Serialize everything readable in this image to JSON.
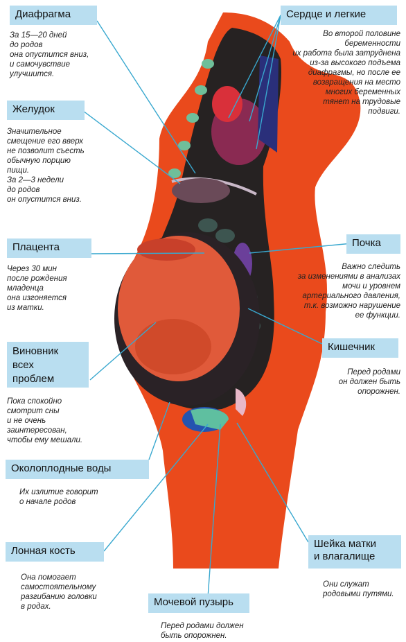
{
  "labels": {
    "diafragma": "Диафрагма",
    "serdce": "Сердце и легкие",
    "zheludok": "Желудок",
    "placenta": "Плацента",
    "pochka": "Почка",
    "vinovnik": "Виновник\nвсех\nпроблем",
    "kishechnik": "Кишечник",
    "okoloplodnye": "Околоплодные воды",
    "lonnaya": "Лонная кость",
    "sheyka": "Шейка матки\nи влагалище",
    "mochevoy": "Мочевой пузырь"
  },
  "notes": {
    "diafragma": "За 15—20 дней\nдо родов\nона опустится вниз,\nи самочувствие\nулучшится.",
    "serdce": "Во второй половине\nбеременности\nих работа была затруднена\nиз-за высокого подъема\nдиафрагмы, но после ее\nвозвращения на место\nмногих беременных\nтянет на трудовые\nподвиги.",
    "zheludok": "Значительное\nсмещение его вверх\nне позволит съесть\nобычную порцию\nпищи.\nЗа 2—3 недели\nдо родов\nон опустится вниз.",
    "placenta": "Через 30 мин\nпосле рождения\nмладенца\nона изгоняется\nиз матки.",
    "pochka": "Важно следить\nза изменениями в анализах\nмочи и уровнем\nартериального давления,\nт.к. возможно нарушение\nее функции.",
    "vinovnik": "Пока спокойно\nсмотрит сны\nи не очень\nзаинтересован,\nчтобы ему мешали.",
    "kishechnik": "Перед родами\nон должен быть\nопорожнен.",
    "okoloplodnye": "Их излитие говорит\nо начале родов",
    "lonnaya": "Она помогает\nсамостоятельному\nразгибанию головки\nв родах.",
    "sheyka": "Они служат\nродовыми путями.",
    "mochevoy": "Перед родами должен\nбыть опорожнен."
  },
  "colors": {
    "label_bg": "#b9def0",
    "leader": "#39a8cf",
    "body": "#ea4a1c",
    "dark": "#2a2626",
    "uterus": "#c84a2a"
  }
}
